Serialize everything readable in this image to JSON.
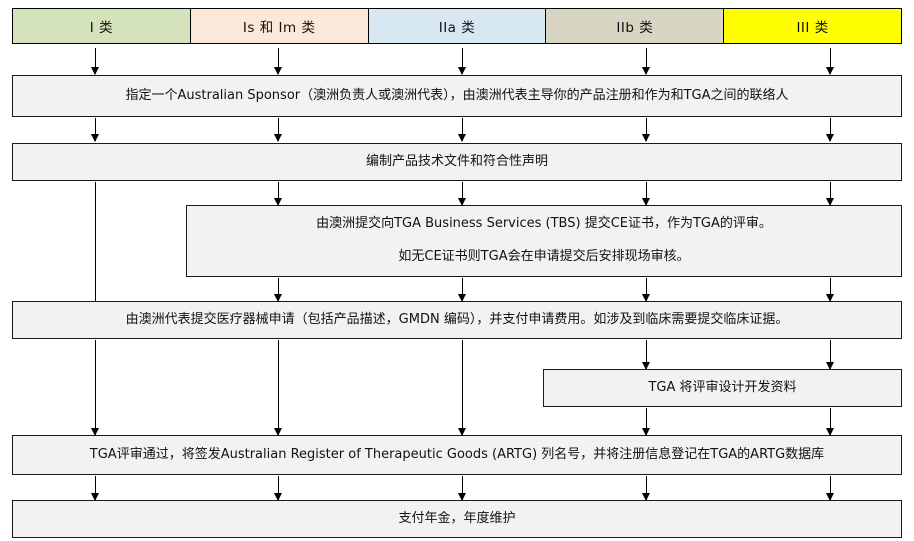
{
  "title_row": {
    "classes": [
      {
        "label": "I 类",
        "color": "#d5e3bd"
      },
      {
        "label": "Is 和 Im 类",
        "color": "#fce8d8"
      },
      {
        "label": "IIa 类",
        "color": "#d7e8f2"
      },
      {
        "label": "IIb 类",
        "color": "#d8d5c3"
      },
      {
        "label": "III 类",
        "color": "#ffff00"
      }
    ]
  },
  "steps": {
    "sponsor": {
      "text": "指定一个Australian Sponsor（澳洲负责人或澳洲代表），由澳洲代表主导你的产品注册和作为和TGA之间的联络人"
    },
    "technical_file": {
      "text": "编制产品技术文件和符合性声明"
    },
    "ce_certificate": {
      "line1": "由澳洲提交向TGA Business Services (TBS) 提交CE证书，作为TGA的评审。",
      "line2": "如无CE证书则TGA会在申请提交后安排现场审核。"
    },
    "application": {
      "text": "由澳洲代表提交医疗器械申请（包括产品描述，GMDN 编码），并支付申请费用。如涉及到临床需要提交临床证据。"
    },
    "design_review": {
      "text": "TGA 将评审设计开发资料"
    },
    "artg_listing": {
      "text": "TGA评审通过，将签发Australian Register of Therapeutic Goods (ARTG) 列名号，并将注册信息登记在TGA的ARTG数据库"
    },
    "annual_fee": {
      "text": "支付年金，年度维护"
    }
  },
  "colors": {
    "box_fill": "#f2f2f2",
    "box_border": "#1a1a1a",
    "connector": "#000000"
  }
}
